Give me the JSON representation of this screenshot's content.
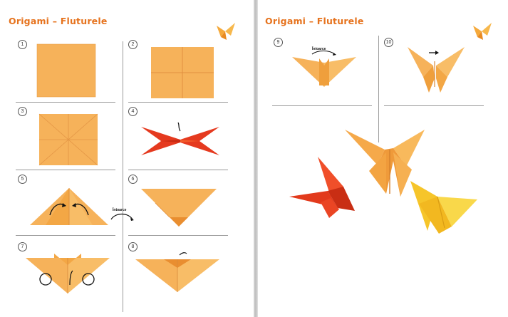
{
  "left_page": {
    "title": "Origami – Fluturele",
    "steps": [
      "1",
      "2",
      "3",
      "4",
      "5",
      "6",
      "7",
      "8"
    ],
    "turn_over_label": "Întoarce"
  },
  "right_page": {
    "title": "Origami – Fluturele",
    "steps": [
      "9",
      "10"
    ],
    "turn_over_label": "Întoarce"
  },
  "colors": {
    "title": "#e6731e",
    "paper_orange": "#f6b25a",
    "paper_red": "#e53a1f",
    "paper_yellow": "#f7cf2e"
  }
}
